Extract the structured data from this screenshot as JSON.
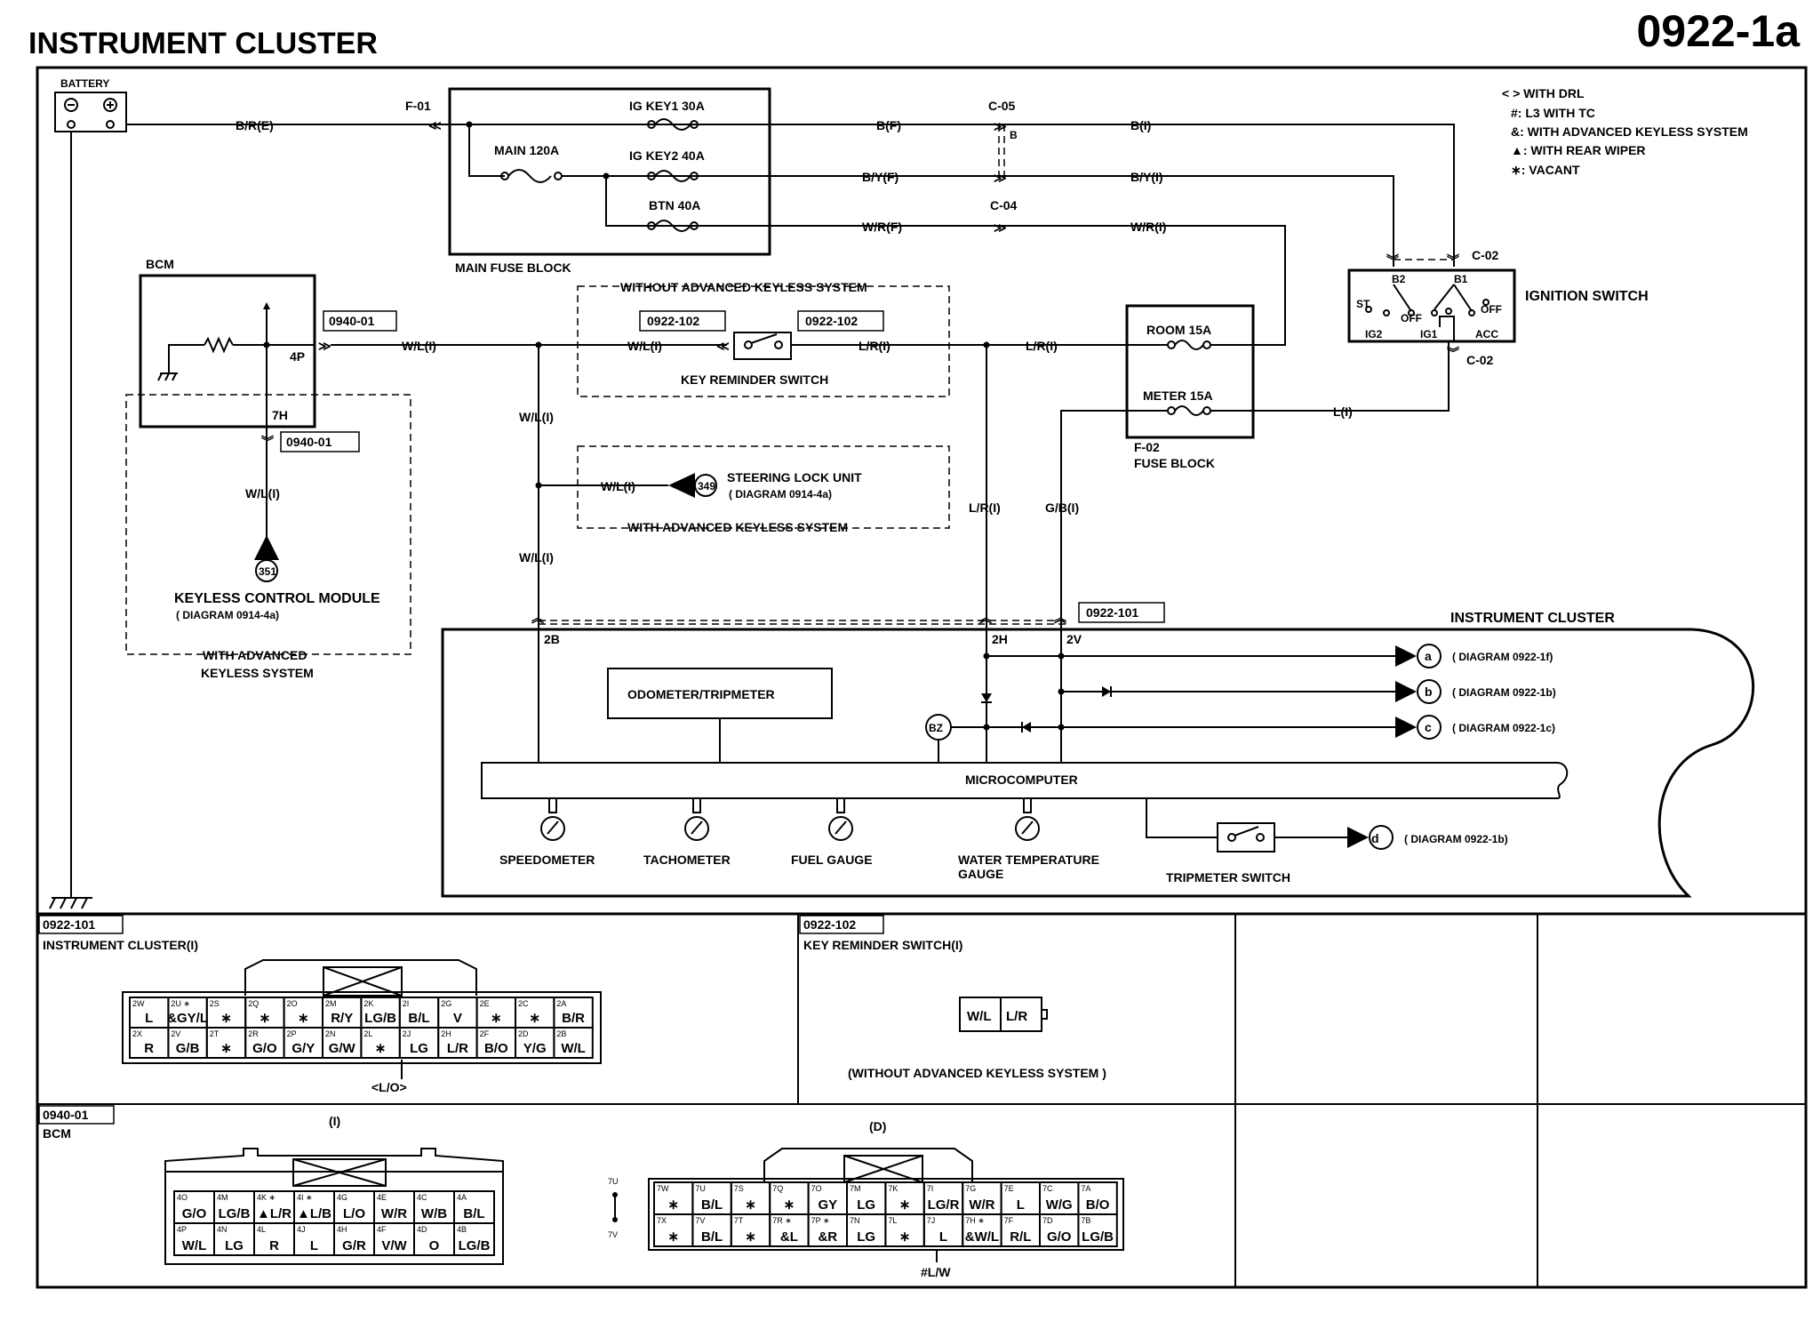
{
  "header": {
    "title": "INSTRUMENT CLUSTER",
    "diagram_no": "0922-1a"
  },
  "legend": [
    "< > WITH DRL",
    "#: L3 WITH TC",
    "&: WITH ADVANCED KEYLESS SYSTEM",
    "▲: WITH REAR WIPER",
    "∗: VACANT"
  ],
  "components": {
    "battery": "BATTERY",
    "bcm": "BCM",
    "main_fuse_block": "MAIN FUSE BLOCK",
    "ignition_switch": "IGNITION SWITCH",
    "fuse_block_id": "F-02",
    "fuse_block": "FUSE BLOCK",
    "key_reminder": "KEY REMINDER SWITCH",
    "without_aks": "WITHOUT ADVANCED KEYLESS SYSTEM",
    "steering_lock": "STEERING LOCK UNIT",
    "steering_lock_diag": "( DIAGRAM 0914-4a)",
    "with_aks": "WITH ADVANCED KEYLESS SYSTEM",
    "keyless_module": "KEYLESS CONTROL MODULE",
    "keyless_diag": "( DIAGRAM 0914-4a)",
    "with_adv": "WITH ADVANCED",
    "keyless_sys": "KEYLESS SYSTEM",
    "instrument_cluster": "INSTRUMENT CLUSTER",
    "odometer": "ODOMETER/TRIPMETER",
    "microcomputer": "MICROCOMPUTER",
    "speedometer": "SPEEDOMETER",
    "tachometer": "TACHOMETER",
    "fuel_gauge": "FUEL GAUGE",
    "water_temp_1": "WATER TEMPERATURE",
    "water_temp_2": "GAUGE",
    "tripmeter_switch": "TRIPMETER SWITCH",
    "bz": "BZ"
  },
  "fuses": {
    "ig_key1": "IG KEY1 30A",
    "main": "MAIN 120A",
    "ig_key2": "IG KEY2 40A",
    "btn": "BTN 40A",
    "room": "ROOM 15A",
    "meter": "METER 15A"
  },
  "connectors": {
    "f01": "F-01",
    "c05": "C-05",
    "c05b": "B",
    "c04": "C-04",
    "c02a": "C-02",
    "c02b": "C-02",
    "bcm_a": "0940-01",
    "bcm_b": "0940-01",
    "kr_a": "0922-102",
    "kr_b": "0922-102",
    "ic": "0922-101",
    "pin_4p": "4P",
    "pin_7h": "7H",
    "pin_2b": "2B",
    "pin_2h": "2H",
    "pin_2v": "2V",
    "ref_351": "351",
    "ref_349": "349",
    "ign_b2": "B2",
    "ign_b1": "B1",
    "ign_st": "ST",
    "ign_off1": "OFF",
    "ign_off2": "OFF",
    "ign_ig2": "IG2",
    "ign_ig1": "IG1",
    "ign_acc": "ACC"
  },
  "wires": {
    "bre": "B/R(E)",
    "bf": "B(F)",
    "bi": "B(I)",
    "byf": "B/Y(F)",
    "byi": "B/Y(I)",
    "wrf": "W/R(F)",
    "wri": "W/R(I)",
    "wli_1": "W/L(I)",
    "wli_2": "W/L(I)",
    "wli_3": "W/L(I)",
    "wli_4": "W/L(I)",
    "wli_5": "W/L(I)",
    "wli_6": "W/L(I)",
    "lri_1": "L/R(I)",
    "lri_2": "L/R(I)",
    "lri_3": "L/R(I)",
    "gbi": "G/B(I)",
    "li": "L(I)"
  },
  "outputs": [
    {
      "letter": "a",
      "ref": "( DIAGRAM 0922-1f)"
    },
    {
      "letter": "b",
      "ref": "( DIAGRAM 0922-1b)"
    },
    {
      "letter": "c",
      "ref": "( DIAGRAM 0922-1c)"
    },
    {
      "letter": "d",
      "ref": "( DIAGRAM 0922-1b)"
    }
  ],
  "views": {
    "ic": {
      "code": "0922-101",
      "title": "INSTRUMENT CLUSTER(I)",
      "note": "<L/O>",
      "top": [
        [
          "2W",
          "L"
        ],
        [
          "2U ∗",
          "&GY/L"
        ],
        [
          "2S",
          "∗"
        ],
        [
          "2Q",
          "∗"
        ],
        [
          "2O",
          "∗"
        ],
        [
          "2M",
          "R/Y"
        ],
        [
          "2K",
          "LG/B"
        ],
        [
          "2I",
          "B/L"
        ],
        [
          "2G",
          "V"
        ],
        [
          "2E",
          "∗"
        ],
        [
          "2C",
          "∗"
        ],
        [
          "2A",
          "B/R"
        ]
      ],
      "bottom": [
        [
          "2X",
          "R"
        ],
        [
          "2V",
          "G/B"
        ],
        [
          "2T",
          "∗"
        ],
        [
          "2R",
          "G/O"
        ],
        [
          "2P",
          "G/Y"
        ],
        [
          "2N",
          "G/W"
        ],
        [
          "2L",
          "∗"
        ],
        [
          "2J",
          "LG"
        ],
        [
          "2H",
          "L/R"
        ],
        [
          "2F",
          "B/O"
        ],
        [
          "2D",
          "Y/G"
        ],
        [
          "2B",
          "W/L"
        ]
      ]
    },
    "kr": {
      "code": "0922-102",
      "title": "KEY REMINDER SWITCH(I)",
      "pins": [
        "W/L",
        "L/R"
      ],
      "note": "(WITHOUT ADVANCED KEYLESS SYSTEM )"
    },
    "bcm": {
      "code": "0940-01",
      "title": "BCM",
      "sub_i": "(I)",
      "sub_d": "(D)",
      "note": "#L/W",
      "i_top": [
        [
          "4O",
          "G/O"
        ],
        [
          "4M",
          "LG/B"
        ],
        [
          "4K ∗",
          "▲L/R"
        ],
        [
          "4I ∗",
          "▲L/B"
        ],
        [
          "4G",
          "L/O"
        ],
        [
          "4E",
          "W/R"
        ],
        [
          "4C",
          "W/B"
        ],
        [
          "4A",
          "B/L"
        ]
      ],
      "i_bottom": [
        [
          "4P",
          "W/L"
        ],
        [
          "4N",
          "LG"
        ],
        [
          "4L",
          "R"
        ],
        [
          "4J",
          "L"
        ],
        [
          "4H",
          "G/R"
        ],
        [
          "4F",
          "V/W"
        ],
        [
          "4D",
          "O"
        ],
        [
          "4B",
          "LG/B"
        ]
      ],
      "d_top": [
        [
          "7W",
          "∗"
        ],
        [
          "7U",
          "B/L"
        ],
        [
          "7S",
          "∗"
        ],
        [
          "7Q",
          "∗"
        ],
        [
          "7O",
          "GY"
        ],
        [
          "7M",
          "LG"
        ],
        [
          "7K",
          "∗"
        ],
        [
          "7I",
          "LG/R"
        ],
        [
          "7G",
          "W/R"
        ],
        [
          "7E",
          "L"
        ],
        [
          "7C",
          "W/G"
        ],
        [
          "7A",
          "B/O"
        ]
      ],
      "d_bottom": [
        [
          "7X",
          "∗"
        ],
        [
          "7V",
          "B/L"
        ],
        [
          "7T",
          "∗"
        ],
        [
          "7R ∗",
          "&L"
        ],
        [
          "7P ∗",
          "&R"
        ],
        [
          "7N",
          "LG"
        ],
        [
          "7L",
          "∗"
        ],
        [
          "7J",
          "L"
        ],
        [
          "7H ∗",
          "&W/L"
        ],
        [
          "7F",
          "R/L"
        ],
        [
          "7D",
          "G/O"
        ],
        [
          "7B",
          "LG/B"
        ]
      ],
      "side_top": "7U",
      "side_bottom": "7V"
    }
  }
}
